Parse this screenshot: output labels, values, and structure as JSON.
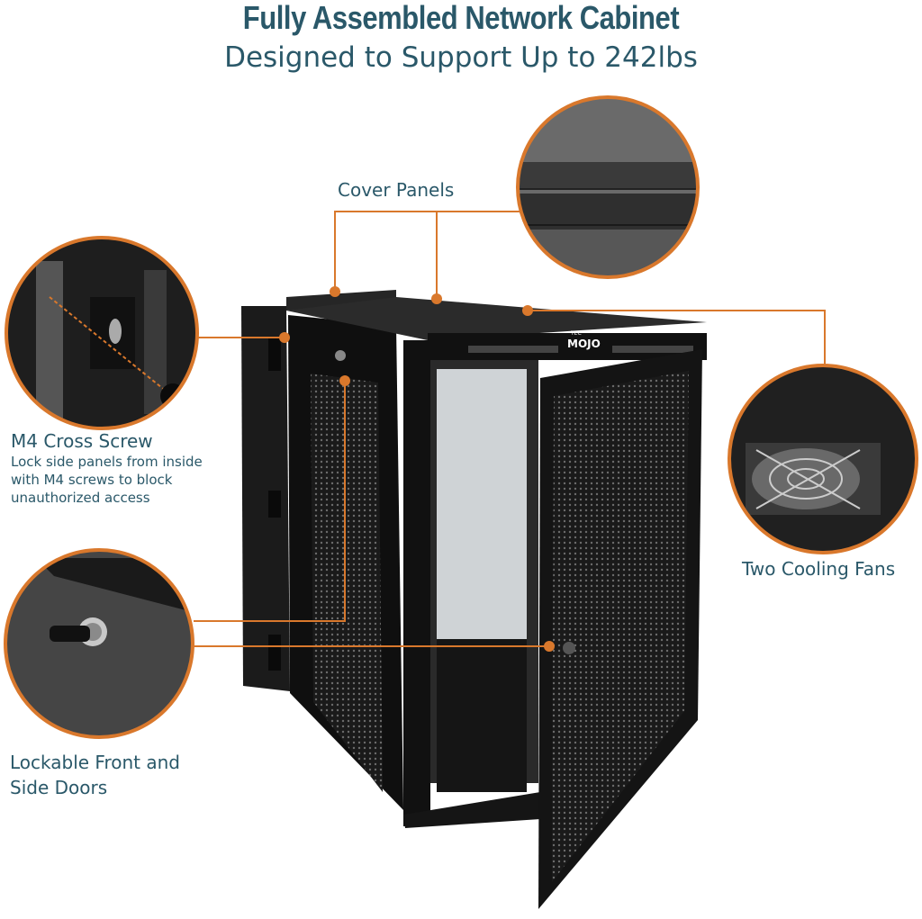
{
  "header": {
    "title": "Fully Assembled Network Cabinet",
    "subtitle": "Designed to Support Up to 242lbs"
  },
  "callouts": {
    "cover_panels": "Cover Panels",
    "m4_screw": {
      "title": "M4 Cross Screw",
      "description_lines": [
        "Lock side panels from inside",
        "with M4 screws to block",
        "unauthorized access"
      ]
    },
    "cooling_fans": "Two Cooling Fans",
    "lockable_doors": [
      "Lockable Front and",
      "Side Doors"
    ]
  },
  "brand": {
    "logo_small": "TEC",
    "logo_main": "MOJO"
  },
  "colors": {
    "heading": "#2a5869",
    "accent": "#d9782c",
    "cabinet": "#141414"
  }
}
